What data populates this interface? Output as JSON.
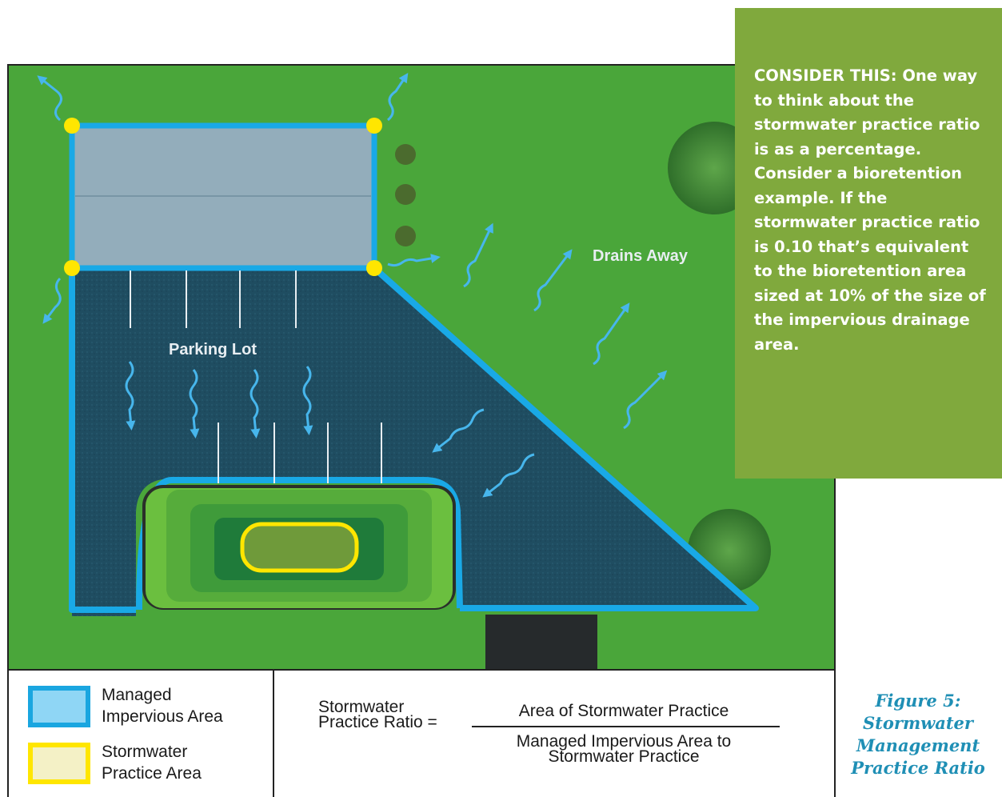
{
  "labels": {
    "drains_away": "Drains Away",
    "parking_lot": "Parking Lot"
  },
  "callout": {
    "text": "CONSIDER THIS:  One way to think about the stormwater practice ratio is as a percentage. Consider a bioretention example. If the stormwater practice ratio is 0.10 that’s equivalent to the bioretention area sized at 10% of the size of the impervious drainage area.",
    "background": "#80a93d"
  },
  "legend": {
    "items": [
      {
        "label": "Managed\nImpervious Area",
        "swatch_fill": "#8fd6f5",
        "swatch_border": "#1aa6e0"
      },
      {
        "label": "Stormwater\nPractice Area",
        "swatch_fill": "#f4f1c6",
        "swatch_border": "#ffe600"
      }
    ]
  },
  "formula": {
    "left": "Stormwater\nPractice Ratio =",
    "numerator": "Area of Stormwater Practice",
    "denominator": "Managed Impervious Area to\nStormwater Practice"
  },
  "caption": "Figure 5:\nStormwater\nManagement\nPractice Ratio",
  "colors": {
    "grass": "#4aa63a",
    "pavement": "#1f4d61",
    "roof": "#93adbb",
    "boundary": "#19a9e6",
    "arrow": "#47b6ec",
    "practice_outline": "#ffe600",
    "caption": "#1f8fb5"
  }
}
